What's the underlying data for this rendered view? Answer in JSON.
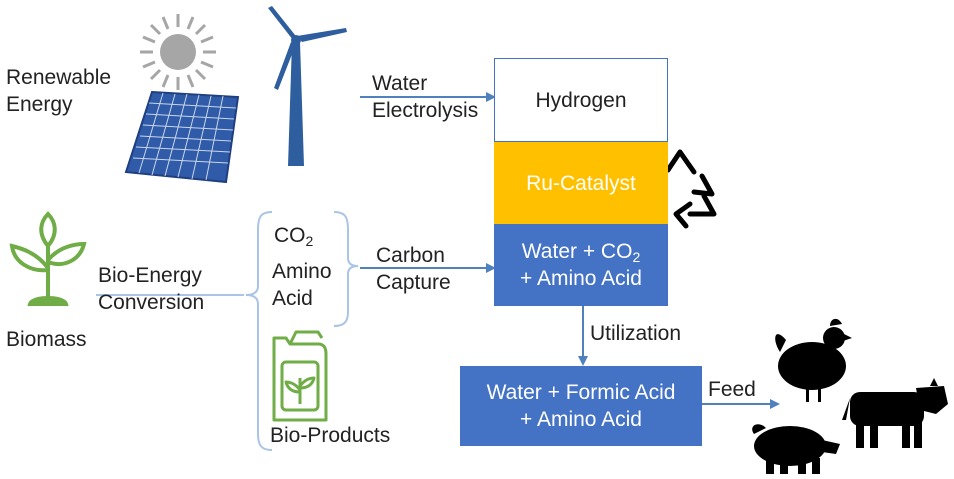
{
  "left": {
    "renewable_line1": "Renewable",
    "renewable_line2": "Energy",
    "biomass": "Biomass",
    "bio_energy_line1": "Bio-Energy",
    "bio_energy_line2": "Conversion"
  },
  "middle": {
    "co2_prefix": "CO",
    "co2_sub": "2",
    "amino_line1": "Amino",
    "amino_line2": "Acid",
    "bio_products": "Bio-Products"
  },
  "arrows": {
    "water_line1": "Water",
    "water_line2": "Electrolysis",
    "carbon_line1": "Carbon",
    "carbon_line2": "Capture",
    "utilization": "Utilization",
    "feed": "Feed"
  },
  "stack": {
    "hydrogen": "Hydrogen",
    "catalyst": "Ru-Catalyst",
    "mix_line1_prefix": "Water + CO",
    "mix_line1_sub": "2",
    "mix_line2": "+ Amino Acid"
  },
  "output": {
    "line1": "Water + Formic Acid",
    "line2": "+ Amino Acid"
  },
  "colors": {
    "blue_box": "#4472c4",
    "catalyst": "#ffc000",
    "arrow": "#4f81bd",
    "bracket": "#a9c4e6",
    "plant_green": "#70ad47",
    "sun_gray": "#a6a6a6",
    "turbine": "#2e5e9e",
    "panel": "#2f5ba8"
  },
  "icons": [
    "sun-icon",
    "solar-panel-icon",
    "wind-turbine-icon",
    "plant-icon",
    "bottle-plant-icon",
    "recycle-icon",
    "chicken-icon",
    "cow-icon",
    "pig-icon"
  ]
}
